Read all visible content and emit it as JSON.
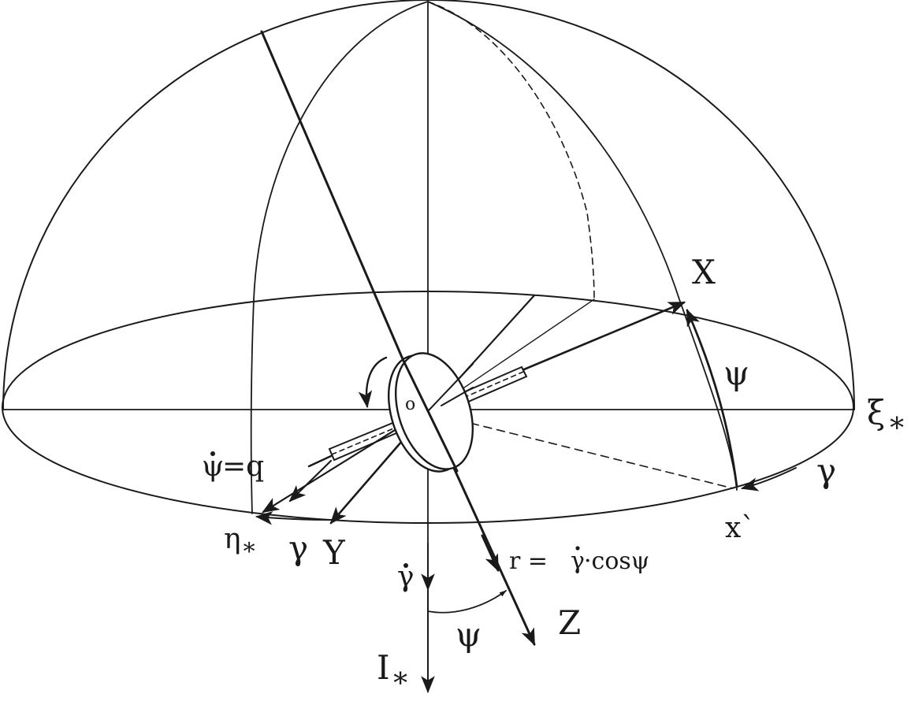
{
  "labels": {
    "X": "X",
    "Y": "Y",
    "Z": "Z",
    "xi": "ξ",
    "eta": "η",
    "I": "I",
    "star": "∗",
    "x_prime": "x`",
    "origin": "o",
    "psi": "ψ",
    "gamma": "γ",
    "psi_dot_eq": "=q",
    "r_formula": "r = ",
    "r_formula_tail": "·cosψ"
  },
  "colors": {
    "ink": "#1a1a1a",
    "background": "#ffffff"
  }
}
